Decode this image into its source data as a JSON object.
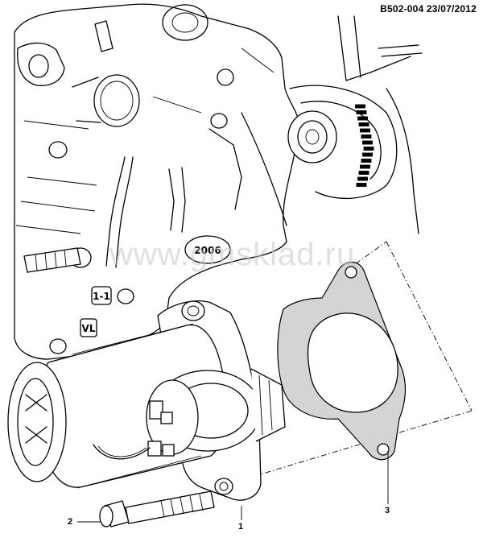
{
  "header": {
    "code": "B502-004  23/07/2012"
  },
  "callouts": [
    {
      "label": "1"
    },
    {
      "label": "2"
    },
    {
      "label": "3"
    }
  ],
  "watermark": {
    "text": "www.gmsklad.ru"
  },
  "casting_marks": {
    "stamp": "2006",
    "mark_a": "1-1",
    "mark_b": "VL"
  }
}
